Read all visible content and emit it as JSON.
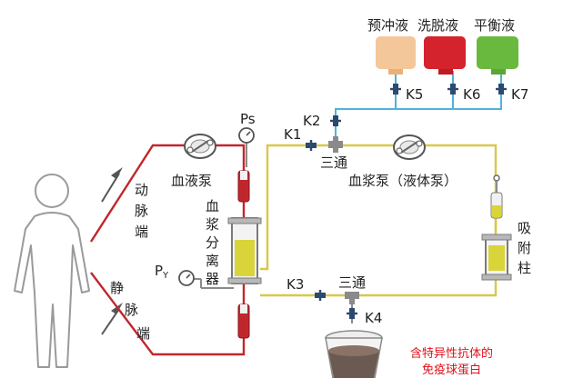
{
  "bags": [
    {
      "label": "预冲液",
      "valve": "K5",
      "color": "#f4c79a",
      "cap": "#ebb07a"
    },
    {
      "label": "洗脱液",
      "valve": "K6",
      "color": "#d4232d",
      "cap": "#c01a24"
    },
    {
      "label": "平衡液",
      "valve": "K7",
      "color": "#6ab93f",
      "cap": "#5aa535"
    }
  ],
  "pumps": {
    "blood": "血液泵",
    "plasma": "血浆泵（液体泵）"
  },
  "gauges": {
    "ps": "Ps",
    "py_main": "P",
    "py_sub": "Y"
  },
  "valves": {
    "k1": "K1",
    "k2": "K2",
    "k3": "K3",
    "k4": "K4"
  },
  "tee": {
    "upper": "三通",
    "lower": "三通"
  },
  "separator_chars": [
    "血",
    "浆",
    "分",
    "离",
    "器"
  ],
  "column_chars": [
    "吸",
    "附",
    "柱"
  ],
  "artery_chars": [
    "动",
    "脉",
    "端"
  ],
  "vein_chars": [
    "静",
    "脉",
    "端"
  ],
  "note_lines": [
    "含特异性抗体的",
    "免疫球蛋白"
  ],
  "colors": {
    "blood_line": "#c0272d",
    "plasma_line": "#d8c84a",
    "buffer_line": "#4fb3d8",
    "gray": "#8a8a8a",
    "valve": "#2c4a6e",
    "note": "#e0101a"
  }
}
